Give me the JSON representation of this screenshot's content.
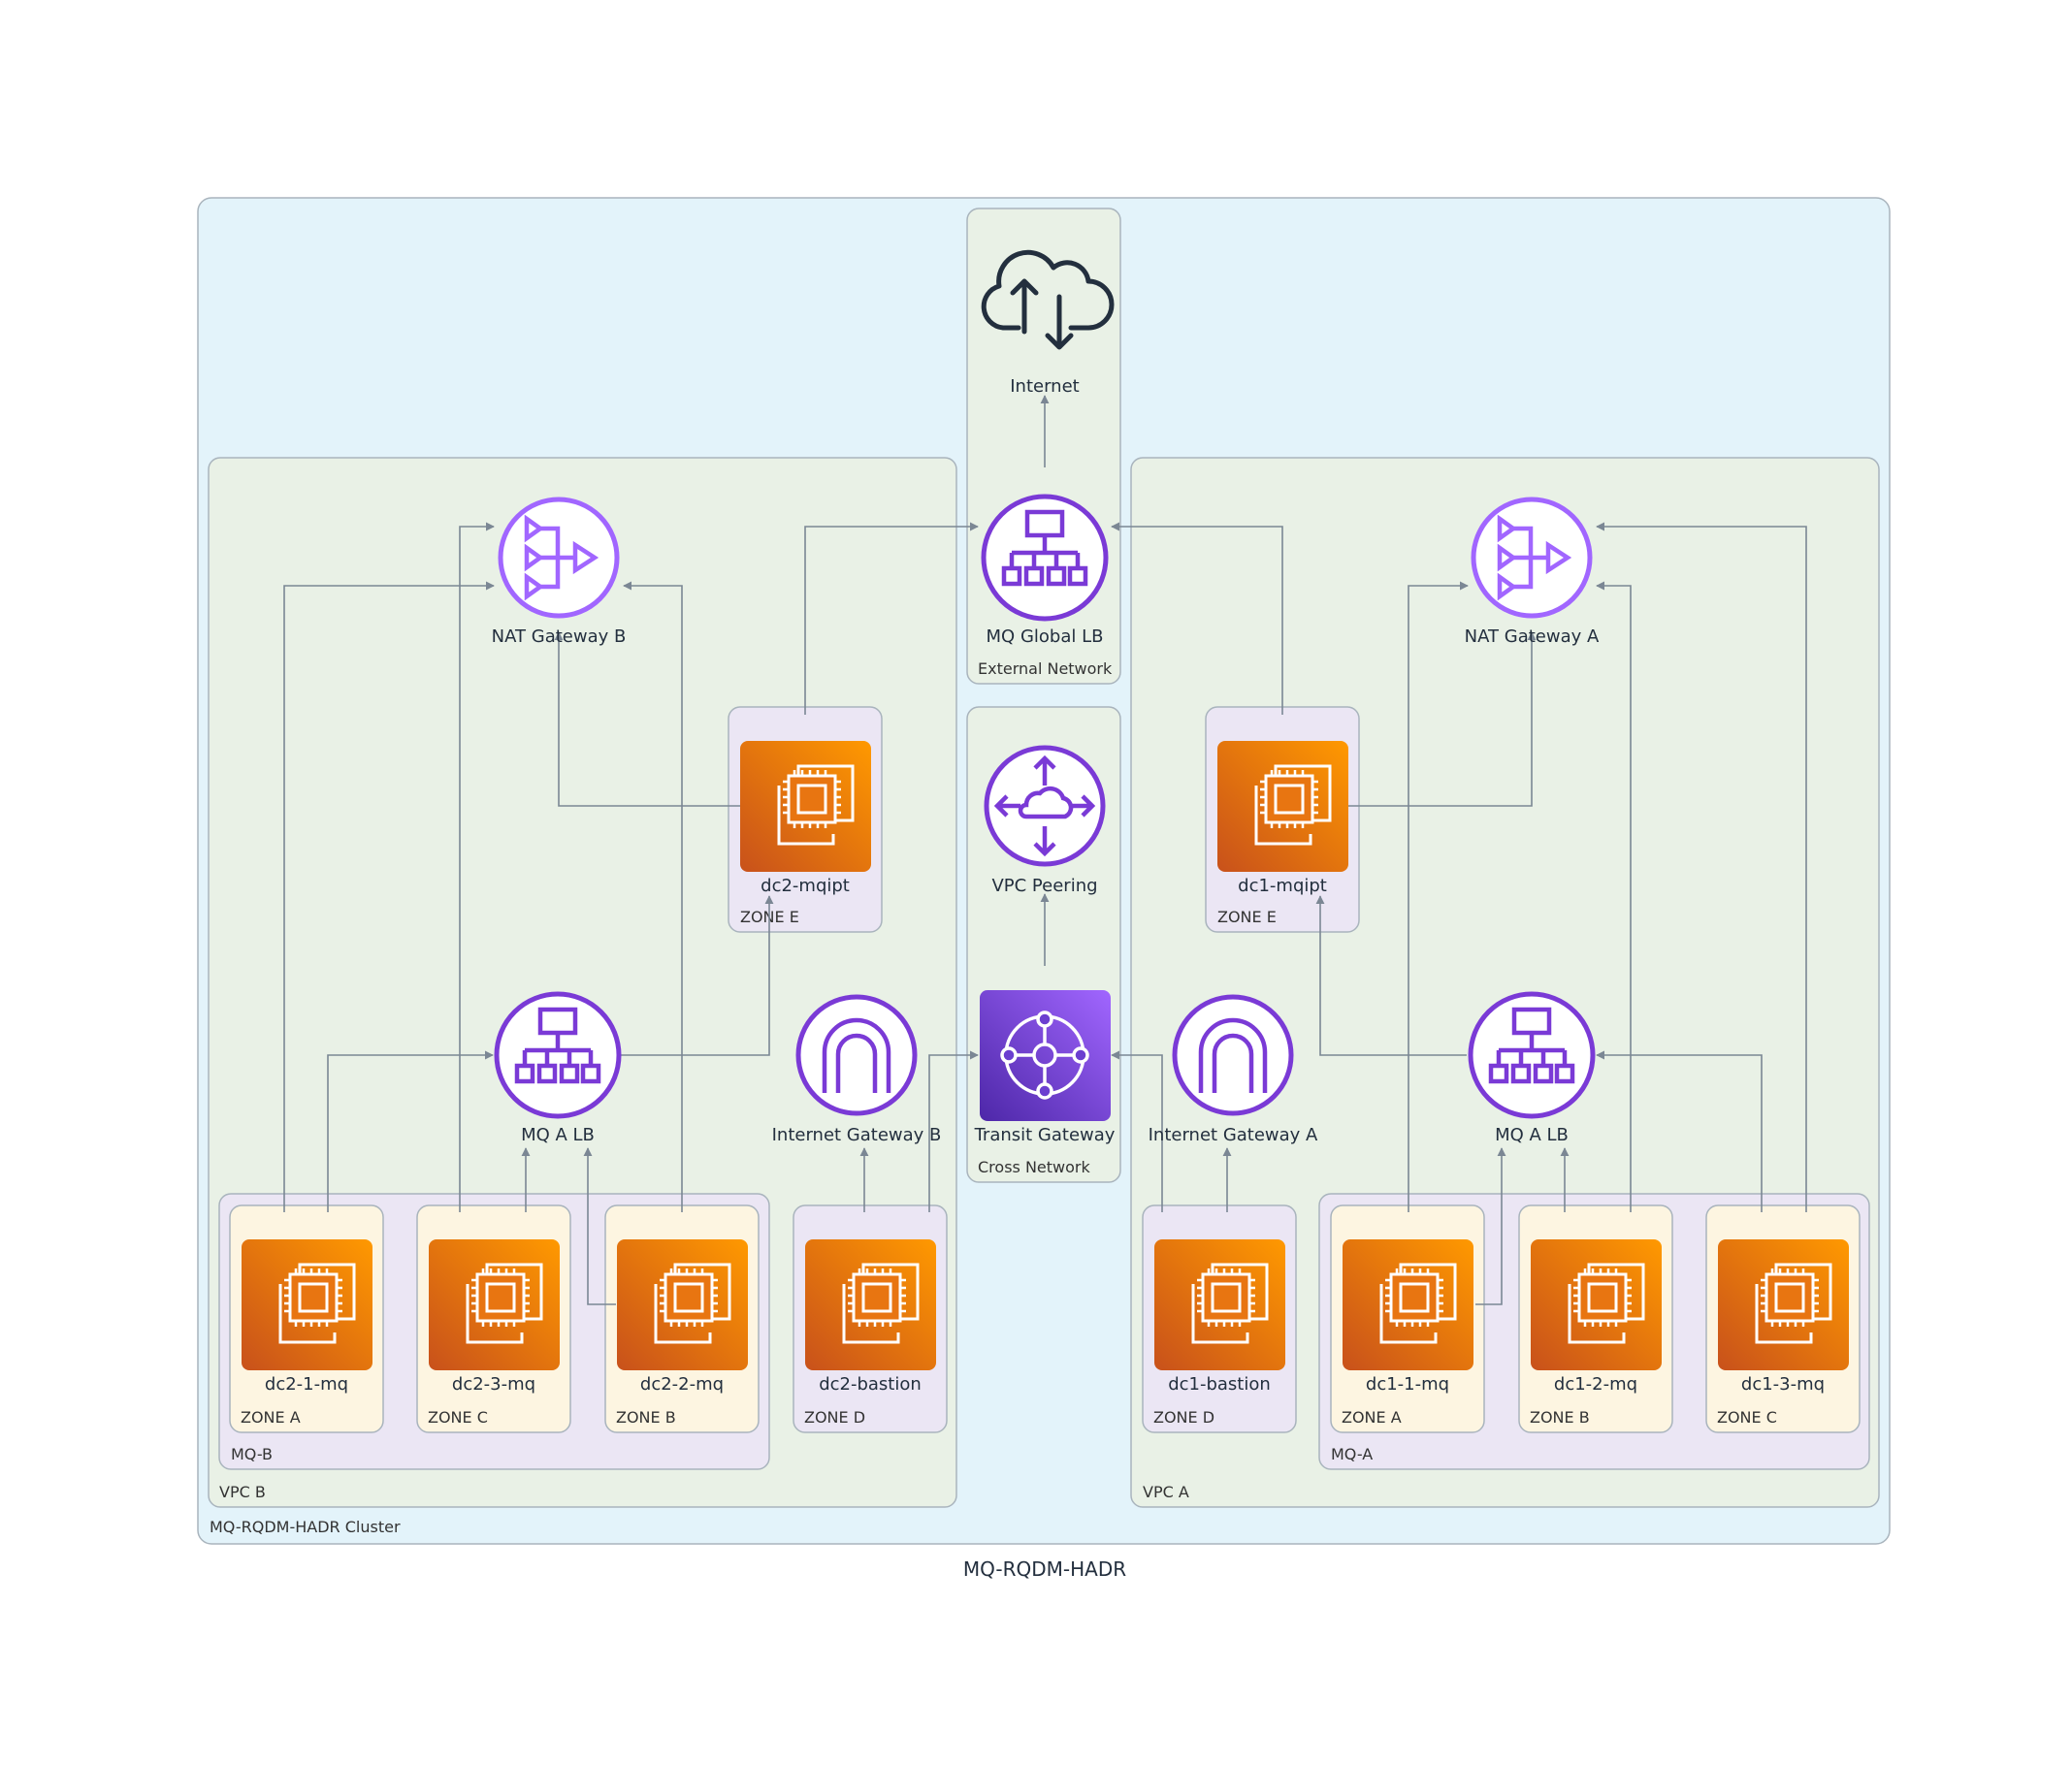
{
  "diagram": {
    "title": "MQ-RQDM-HADR",
    "clusters": {
      "cluster": "MQ-RQDM-HADR Cluster",
      "external_network": "External Network",
      "cross_network": "Cross Network",
      "vpc_b": "VPC B",
      "vpc_a": "VPC A",
      "mq_b": "MQ-B",
      "mq_a": "MQ-A",
      "zone_a": "ZONE A",
      "zone_b": "ZONE B",
      "zone_c": "ZONE C",
      "zone_d": "ZONE D",
      "zone_e": "ZONE E"
    },
    "nodes": {
      "internet": "Internet",
      "mq_global_lb": "MQ Global LB",
      "vpc_peering": "VPC Peering",
      "transit_gateway": "Transit Gateway",
      "nat_gateway_b": "NAT Gateway B",
      "nat_gateway_a": "NAT Gateway A",
      "dc2_mqipt": "dc2-mqipt",
      "dc1_mqipt": "dc1-mqipt",
      "mq_a_lb_b": "MQ A LB",
      "mq_a_lb_a": "MQ A LB",
      "internet_gateway_b": "Internet Gateway B",
      "internet_gateway_a": "Internet Gateway A",
      "dc2_1_mq": "dc2-1-mq",
      "dc2_3_mq": "dc2-3-mq",
      "dc2_2_mq": "dc2-2-mq",
      "dc2_bastion": "dc2-bastion",
      "dc1_bastion": "dc1-bastion",
      "dc1_1_mq": "dc1-1-mq",
      "dc1_2_mq": "dc1-2-mq",
      "dc1_3_mq": "dc1-3-mq"
    },
    "icons": {
      "internet": "cloud-upload-download-icon",
      "load_balancer": "elastic-load-balancer-icon",
      "nat_gateway": "nat-gateway-icon",
      "internet_gateway": "internet-gateway-icon",
      "vpc_peering": "vpc-peering-icon",
      "transit_gateway": "transit-gateway-icon",
      "ec2": "ec2-instance-icon"
    },
    "colors": {
      "cluster_bg": "#e3f3fa",
      "vpc_bg": "#e9f1e6",
      "network_bg": "#e9f1e6",
      "group_bg": "#ebe6f4",
      "zone_bg": "#fdf5e1",
      "ec2_orange": "#ed7100",
      "network_purple": "#8c4fff",
      "edge": "#7b8794"
    }
  }
}
